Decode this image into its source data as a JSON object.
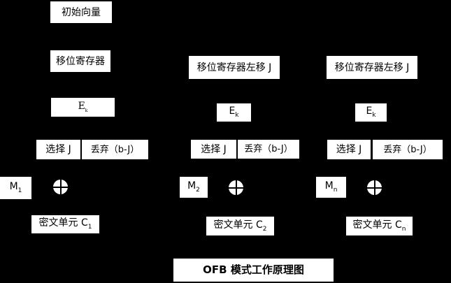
{
  "title": "OFB 模式工作原理图",
  "colors": {
    "background": "#000000",
    "box_fill": "#ffffff",
    "text": "#000000"
  },
  "columns": [
    {
      "initial_vector": "初始向量",
      "shift_register": "移位寄存器",
      "cipher": {
        "base": "E",
        "sub": "k"
      },
      "select": "选择 J",
      "discard": "丢弃（b-J）",
      "message": {
        "base": "M",
        "sub": "1"
      },
      "xor_icon": "circle-plus-xor",
      "ciphertext": {
        "base": "密文单元 C",
        "sub": "1"
      }
    },
    {
      "shift_register": "移位寄存器左移 J",
      "cipher": {
        "base": "E",
        "sub": "k"
      },
      "select": "选择 J",
      "discard": "丢弃（b-J）",
      "message": {
        "base": "M",
        "sub": "2"
      },
      "xor_icon": "circle-plus-xor",
      "ciphertext": {
        "base": "密文单元 C",
        "sub": "2"
      }
    },
    {
      "shift_register": "移位寄存器左移 J",
      "cipher": {
        "base": "E",
        "sub": "k"
      },
      "select": "选择 J",
      "discard": "丢弃（b-J）",
      "message": {
        "base": "M",
        "sub": "n"
      },
      "xor_icon": "circle-plus-xor",
      "ciphertext": {
        "base": "密文单元 C",
        "sub": "n"
      }
    }
  ]
}
